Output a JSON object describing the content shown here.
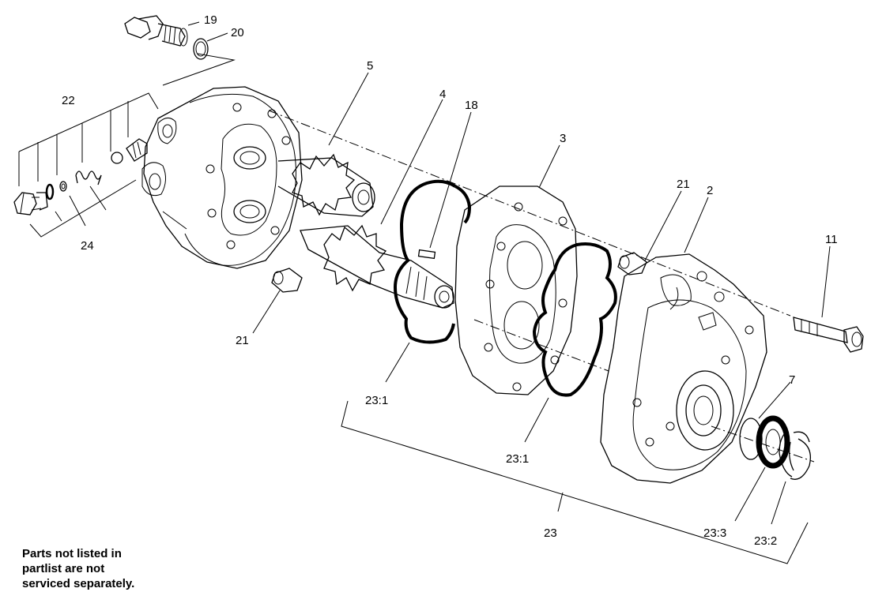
{
  "diagram": {
    "callouts": [
      {
        "id": "c19",
        "text": "19"
      },
      {
        "id": "c20",
        "text": "20"
      },
      {
        "id": "c5",
        "text": "5"
      },
      {
        "id": "c22",
        "text": "22"
      },
      {
        "id": "c4",
        "text": "4"
      },
      {
        "id": "c18",
        "text": "18"
      },
      {
        "id": "c3",
        "text": "3"
      },
      {
        "id": "c21a",
        "text": "21"
      },
      {
        "id": "c2",
        "text": "2"
      },
      {
        "id": "c11",
        "text": "11"
      },
      {
        "id": "c24",
        "text": "24"
      },
      {
        "id": "c21b",
        "text": "21"
      },
      {
        "id": "c23_1a",
        "text": "23:1"
      },
      {
        "id": "c23_1b",
        "text": "23:1"
      },
      {
        "id": "c7",
        "text": "7"
      },
      {
        "id": "c23",
        "text": "23"
      },
      {
        "id": "c23_3",
        "text": "23:3"
      },
      {
        "id": "c23_2",
        "text": "23:2"
      }
    ],
    "note_lines": [
      "Parts not listed in",
      "partlist are not",
      "serviced separately."
    ]
  }
}
